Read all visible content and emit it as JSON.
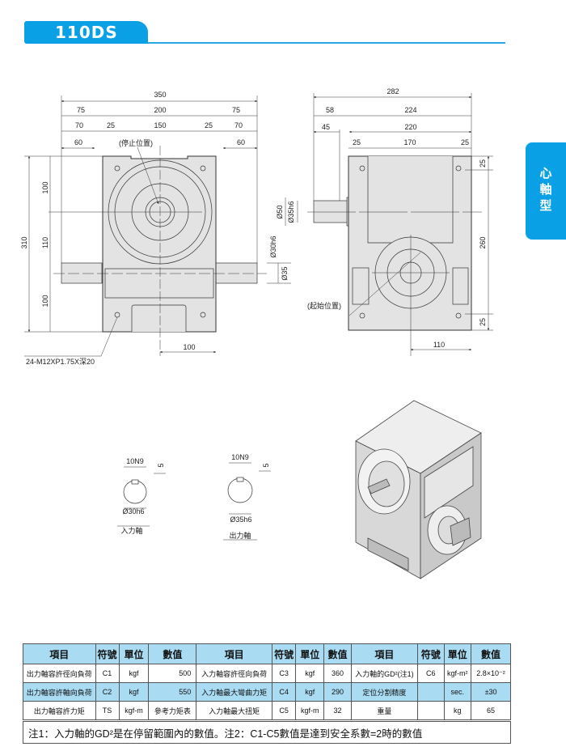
{
  "header": {
    "model": "110DS",
    "category": [
      "心",
      "軸",
      "型"
    ]
  },
  "front_view": {
    "dims": {
      "overall_width": "350",
      "left_75": "75",
      "center_200": "200",
      "right_75": "75",
      "left_70": "70",
      "left_25": "25",
      "center_150": "150",
      "right_25": "25",
      "right_70": "70",
      "left_60": "60",
      "right_60": "60",
      "height_310": "310",
      "upper_100": "100",
      "mid_110": "110",
      "lower_100": "100",
      "bottom_100": "100",
      "shaft_dia": "Ø30h6",
      "shaft_hub": "Ø35"
    },
    "stop_position": "(停止位置)",
    "tap_note": "24-M12XP1.75X深20"
  },
  "side_view": {
    "dims": {
      "overall_282": "282",
      "shaft_58": "58",
      "body_224": "224",
      "shaft_45": "45",
      "body_220": "220",
      "left_25": "25",
      "center_170": "170",
      "right_25": "25",
      "top_25": "25",
      "height_260": "260",
      "bottom_25": "25",
      "bottom_110": "110",
      "flange_dia": "Ø50",
      "shaft_dia": "Ø35h6"
    },
    "start_position": "(起始位置)"
  },
  "sections": {
    "input": {
      "key": "10N9",
      "depth": "5",
      "dia": "Ø30h6",
      "label": "入力軸"
    },
    "output": {
      "key": "10N9",
      "depth": "5",
      "dia": "Ø35h6",
      "label": "出力軸"
    }
  },
  "spec_table": {
    "headers": [
      "項目",
      "符號",
      "單位",
      "數值",
      "項目",
      "符號",
      "單位",
      "數值",
      "項目",
      "符號",
      "單位",
      "數值"
    ],
    "rows": [
      [
        "出力軸容許徑向負荷",
        "C1",
        "kgf",
        "500",
        "入力軸容許徑向負荷",
        "C3",
        "kgf",
        "360",
        "入力軸的GD²(注1)",
        "C6",
        "kgf-m²",
        "2.8×10⁻²"
      ],
      [
        "出力軸容許軸向負荷",
        "C2",
        "kgf",
        "550",
        "入力軸最大彎曲力矩",
        "C4",
        "kgf",
        "290",
        "定位分割精度",
        "",
        "sec.",
        "±30"
      ],
      [
        "出力軸容許力矩",
        "TS",
        "kgf-m",
        "參考力矩表",
        "入力軸最大扭矩",
        "C5",
        "kgf-m",
        "32",
        "重量",
        "",
        "kg",
        "65"
      ]
    ],
    "note": "注1：入力軸的GD²是在停留範圍內的數值。注2：C1-C5數值是達到安全系數=2時的數值"
  },
  "colors": {
    "accent": "#0aa0e6",
    "table_header": "#a9dbf3",
    "body_fill": "#e3e3e3"
  }
}
